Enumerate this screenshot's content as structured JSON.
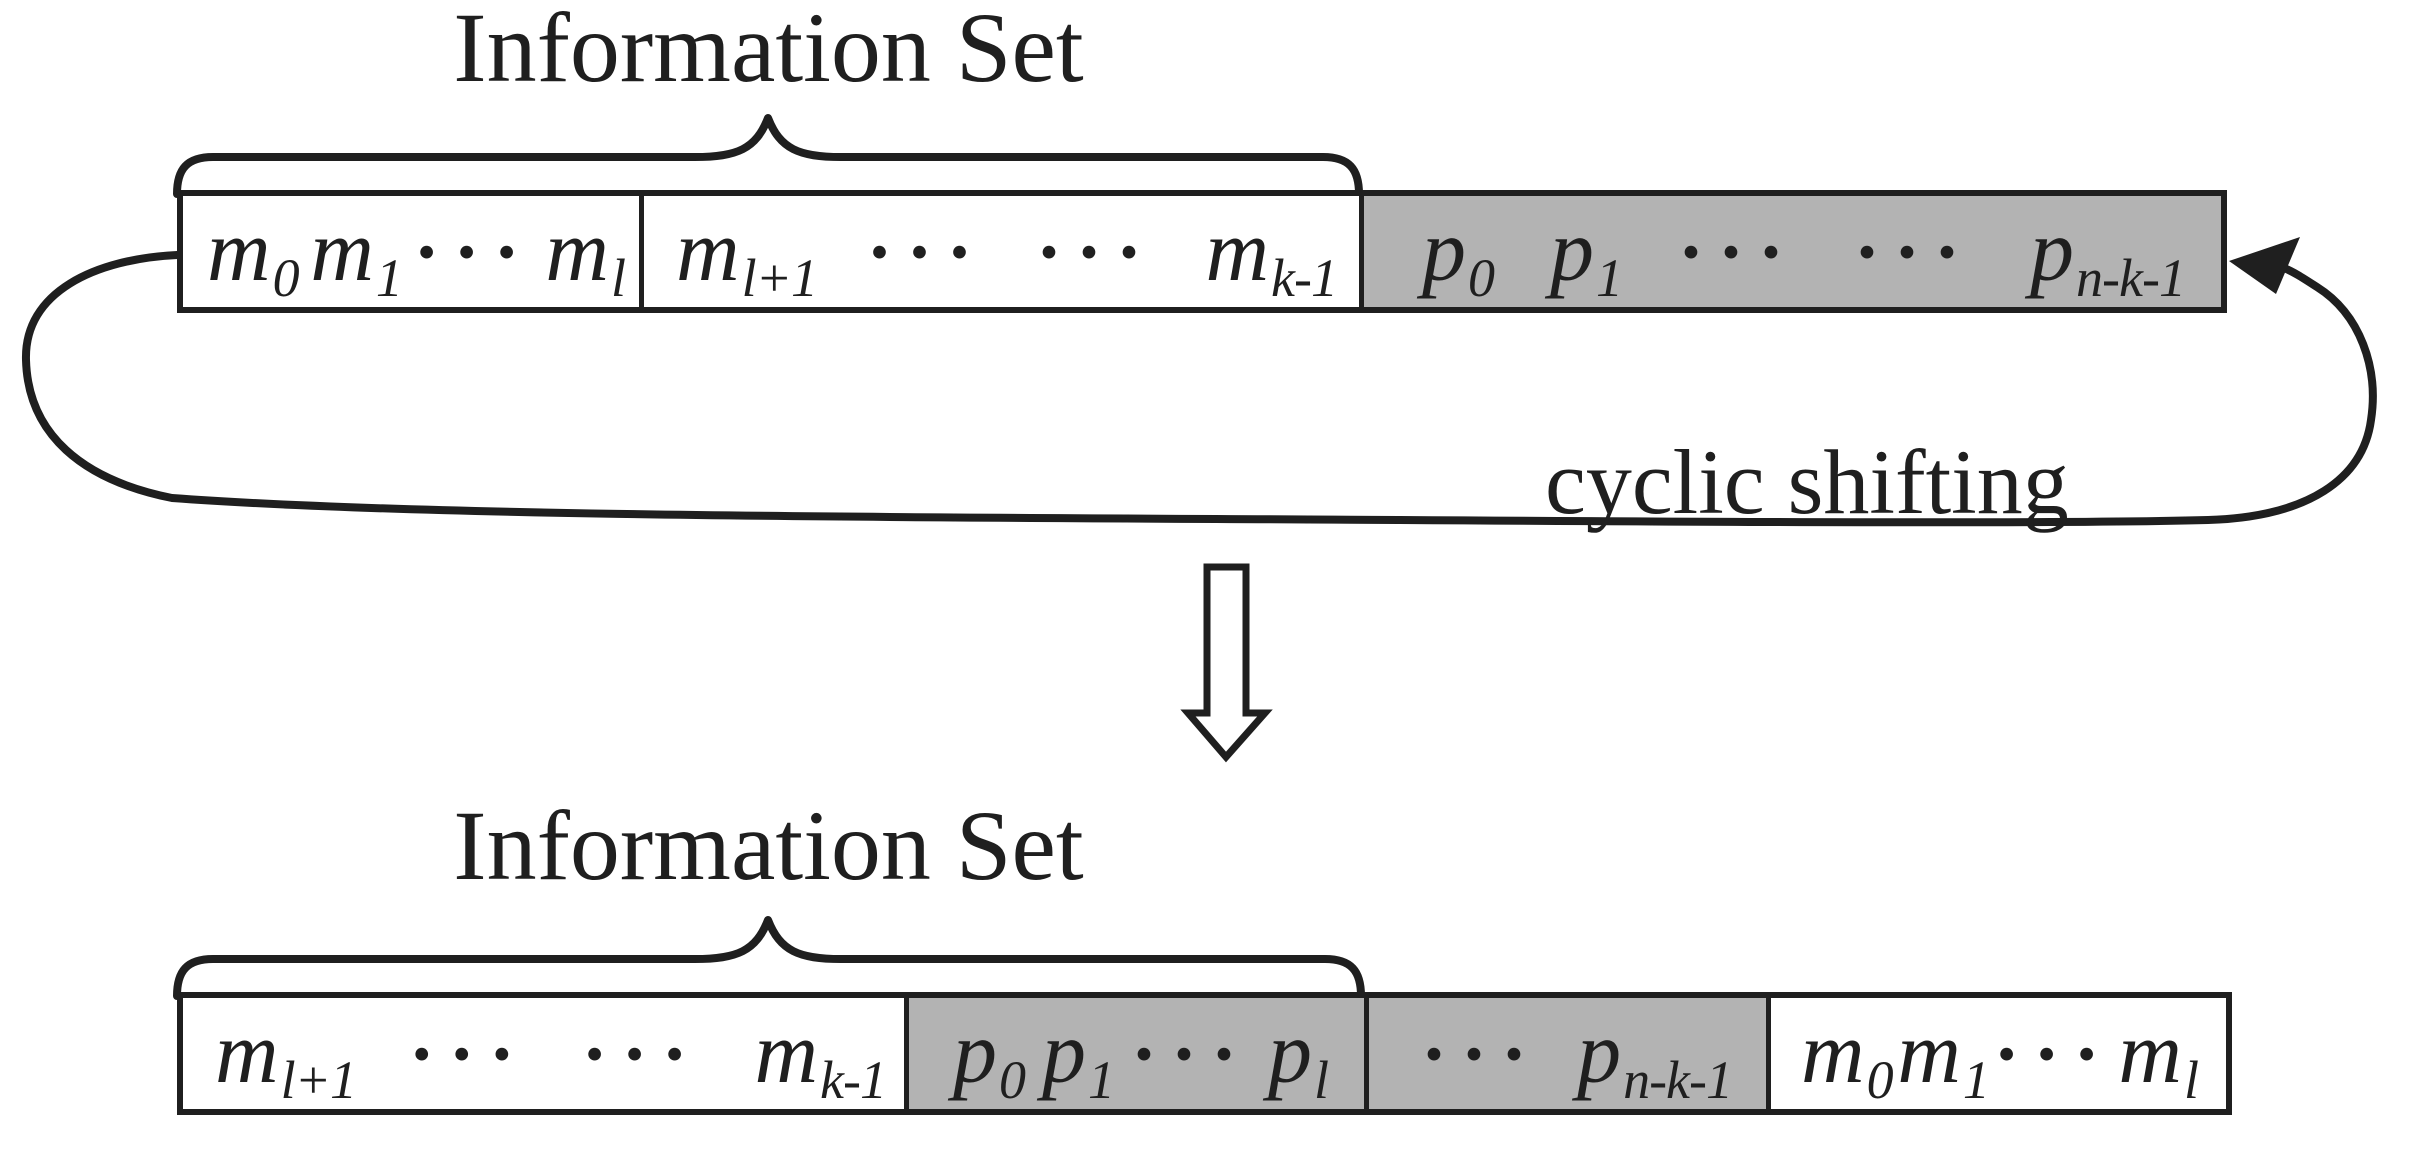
{
  "colors": {
    "ink": "#1f1f1f",
    "gray_fill": "#b3b3b3",
    "background": "#ffffff"
  },
  "labels": {
    "information_set_top": "Information Set",
    "information_set_bottom": "Information Set",
    "cyclic_shifting": "cyclic shifting"
  },
  "top_codeword": {
    "cells": [
      {
        "fill": "white",
        "tokens": [
          {
            "base": "m",
            "sub": "0"
          },
          {
            "base": "m",
            "sub": "1"
          },
          {
            "base": "···",
            "sub": ""
          },
          {
            "base": "m",
            "sub": "l"
          }
        ]
      },
      {
        "fill": "white",
        "tokens": [
          {
            "base": "m",
            "sub": "l+1"
          },
          {
            "base": "···",
            "sub": ""
          },
          {
            "base": "···",
            "sub": ""
          },
          {
            "base": "m",
            "sub": "k-1"
          }
        ]
      },
      {
        "fill": "gray",
        "tokens": [
          {
            "base": "p",
            "sub": "0"
          },
          {
            "base": "p",
            "sub": "1"
          },
          {
            "base": "···",
            "sub": ""
          },
          {
            "base": "···",
            "sub": ""
          },
          {
            "base": "p",
            "sub": "n-k-1"
          }
        ]
      }
    ]
  },
  "bottom_codeword": {
    "cells": [
      {
        "fill": "white",
        "tokens": [
          {
            "base": "m",
            "sub": "l+1"
          },
          {
            "base": "···",
            "sub": ""
          },
          {
            "base": "···",
            "sub": ""
          },
          {
            "base": "m",
            "sub": "k-1"
          }
        ]
      },
      {
        "fill": "gray",
        "tokens": [
          {
            "base": "p",
            "sub": "0"
          },
          {
            "base": "p",
            "sub": "1"
          },
          {
            "base": "···",
            "sub": ""
          },
          {
            "base": "p",
            "sub": "l"
          }
        ]
      },
      {
        "fill": "gray",
        "tokens": [
          {
            "base": "···",
            "sub": ""
          },
          {
            "base": "p",
            "sub": "n-k-1"
          }
        ]
      },
      {
        "fill": "white",
        "tokens": [
          {
            "base": "m",
            "sub": "0"
          },
          {
            "base": "m",
            "sub": "1"
          },
          {
            "base": "···",
            "sub": ""
          },
          {
            "base": "m",
            "sub": "l"
          }
        ]
      }
    ]
  }
}
